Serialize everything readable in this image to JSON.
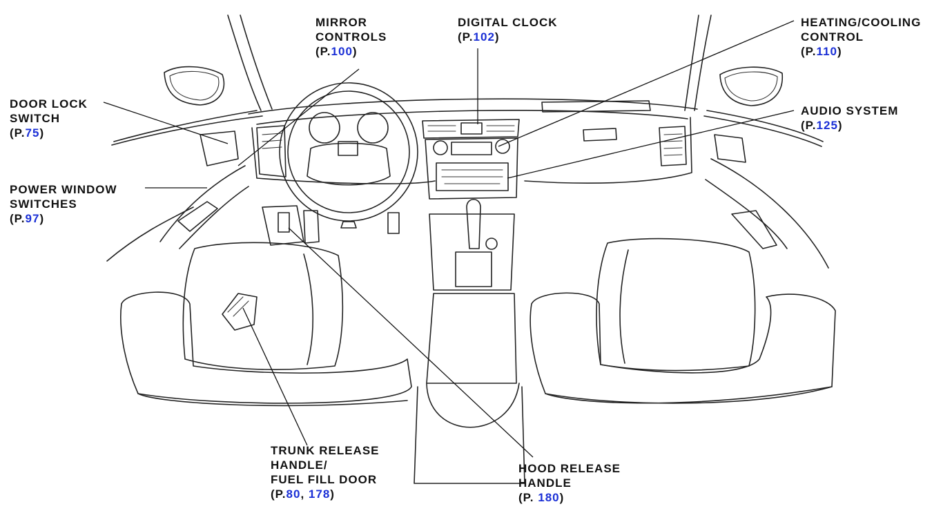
{
  "callouts": {
    "mirror": {
      "line1": "MIRROR",
      "line2": "CONTROLS",
      "pre": "(P.",
      "page": "100",
      "post": ")"
    },
    "clock": {
      "line1": "DIGITAL  CLOCK",
      "pre": "(P.",
      "page": "102",
      "post": ")"
    },
    "heating": {
      "line1": "HEATING/COOLING",
      "line2": "CONTROL",
      "pre": "(P.",
      "page": "110",
      "post": ")"
    },
    "doorlock": {
      "line1": "DOOR LOCK",
      "line2": "SWITCH",
      "pre": "(P.",
      "page": "75",
      "post": ")"
    },
    "audio": {
      "line1": "AUDIO SYSTEM",
      "pre": "(P.",
      "page": "125",
      "post": ")"
    },
    "window": {
      "line1": "POWER  WINDOW",
      "line2": "SWITCHES",
      "pre": "(P.",
      "page": "97",
      "post": ")"
    },
    "trunk": {
      "line1": "TRUNK  RELEASE",
      "line2": "HANDLE/",
      "line3": "FUEL FILL DOOR",
      "pre": "(P.",
      "page": "80",
      "sep": ", ",
      "page2": "178",
      "post": ")"
    },
    "hood": {
      "line1": "HOOD RELEASE",
      "line2": "HANDLE",
      "pre": "(P. ",
      "page": "180",
      "post": ")"
    }
  },
  "colors": {
    "link": "#1a2fd6",
    "ink": "#222222",
    "background": "#ffffff"
  }
}
